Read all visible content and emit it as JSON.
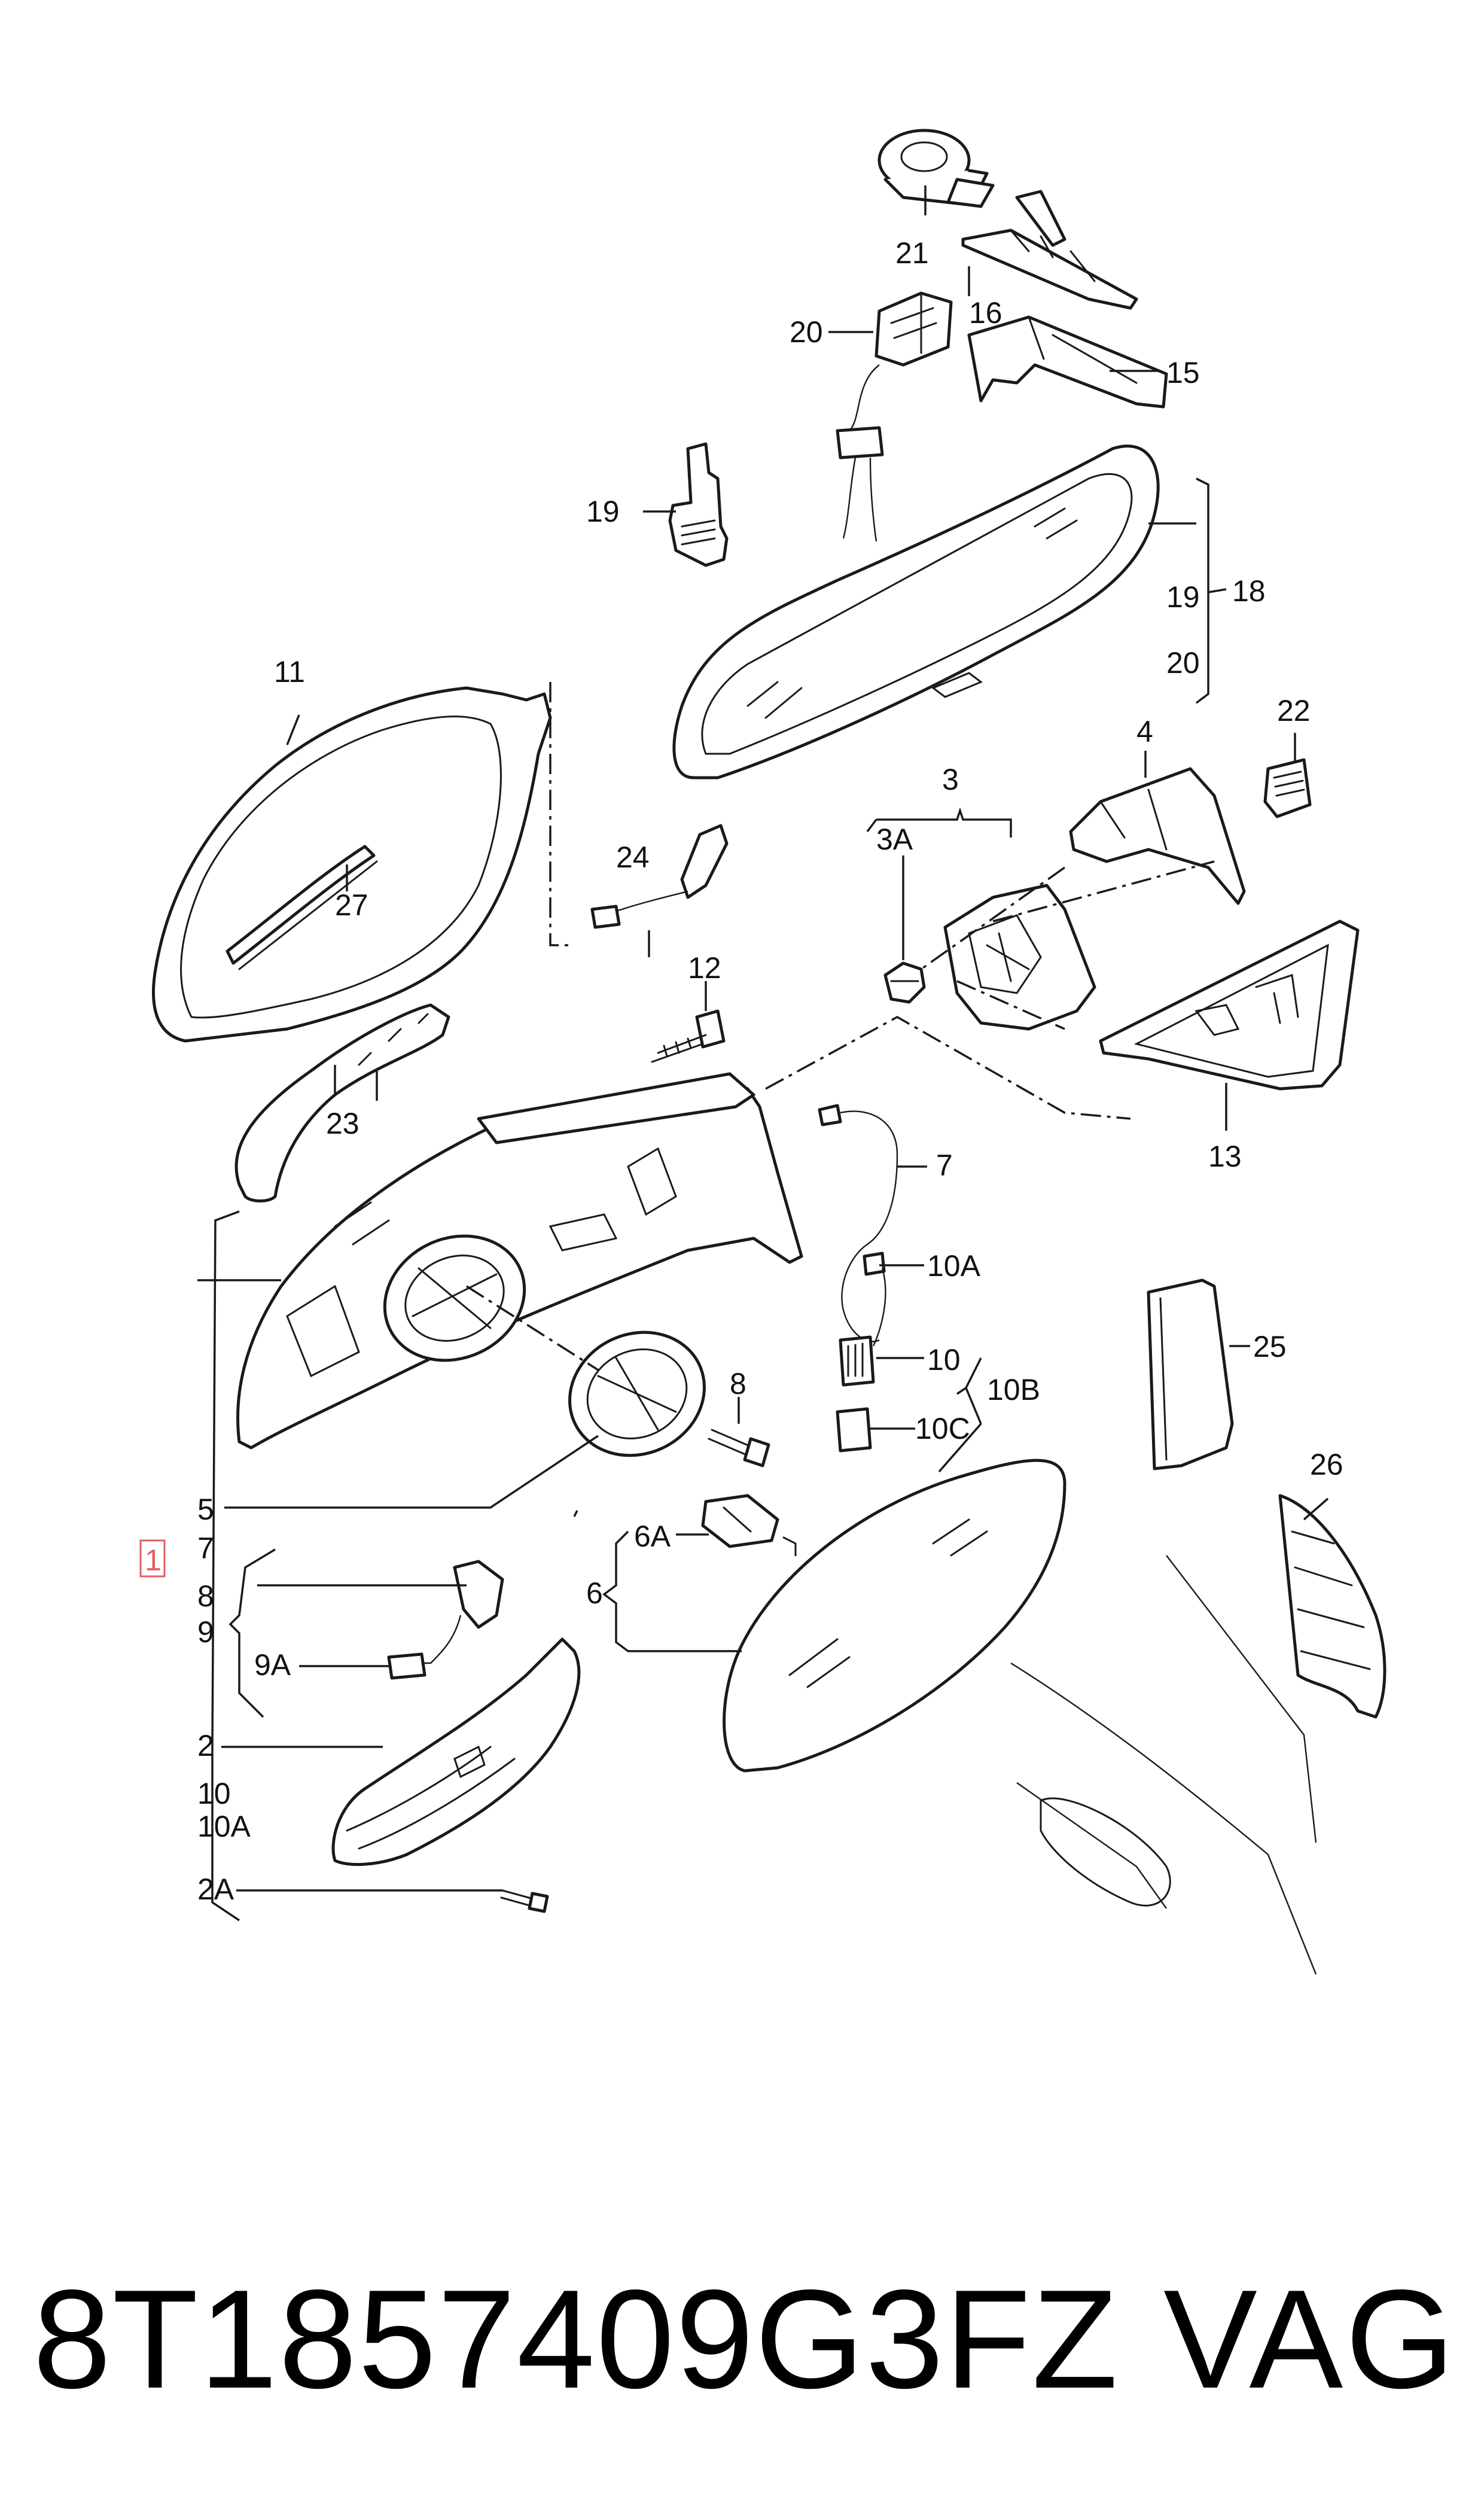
{
  "diagram": {
    "callouts": {
      "c1": "1",
      "c2": "2",
      "c2A": "2A",
      "c3": "3",
      "c3A": "3A",
      "c4": "4",
      "c5": "5",
      "c6": "6",
      "c6A": "6A",
      "c7": "7",
      "c7b": "7",
      "c8": "8",
      "c8b": "8",
      "c9": "9",
      "c9A": "9A",
      "c10": "10",
      "c10b": "10",
      "c10A": "10A",
      "c10Ab": "10A",
      "c10B": "10B",
      "c10C": "10C",
      "c11": "11",
      "c12": "12",
      "c13": "13",
      "c15": "15",
      "c16": "16",
      "c18": "18",
      "c19": "19",
      "c19b": "19",
      "c20": "20",
      "c20b": "20",
      "c21": "21",
      "c22": "22",
      "c23": "23",
      "c24": "24",
      "c25": "25",
      "c26": "26",
      "c27": "27"
    }
  },
  "footer": {
    "part_number": "8T1857409G3FZ",
    "brand": "VAG"
  }
}
